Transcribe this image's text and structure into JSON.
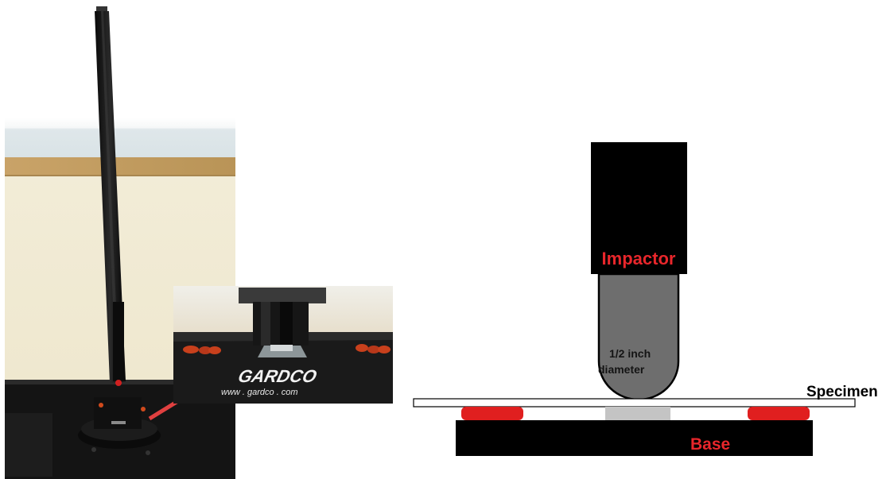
{
  "photo": {
    "brand_logo_text": "GARDCO",
    "brand_url_text": "www . gardco . com"
  },
  "diagram": {
    "impactor_label": "Impactor",
    "tip_label_line1": "1/2 inch",
    "tip_label_line2": "diameter",
    "specimen_label": "Specimen",
    "base_label": "Base",
    "colors": {
      "impactor_body": "#000000",
      "impactor_tip": "#6e6e6e",
      "red_label": "#e8262b",
      "red_pads": "#e01f1f",
      "center_pad": "#c4c4c4",
      "base": "#000000",
      "specimen_fill": "#ffffff"
    }
  }
}
